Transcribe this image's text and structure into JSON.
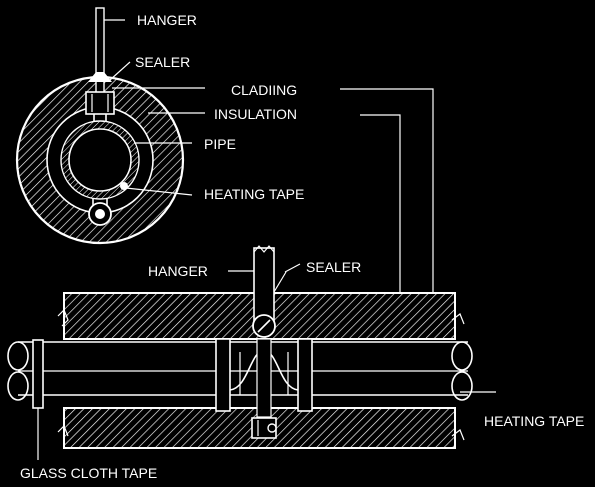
{
  "labels": {
    "hanger_top": "HANGER",
    "sealer_top": "SEALER",
    "cladding": "CLADIING",
    "insulation": "INSULATION",
    "pipe": "PIPE",
    "heating_tape_top": "HEATING TAPE",
    "hanger_bottom": "HANGER",
    "sealer_bottom": "SEALER",
    "heating_tape_bottom": "HEATING TAPE",
    "glass_cloth_tape": "GLASS CLOTH TAPE"
  },
  "colors": {
    "background": "#000000",
    "line": "#ffffff"
  }
}
